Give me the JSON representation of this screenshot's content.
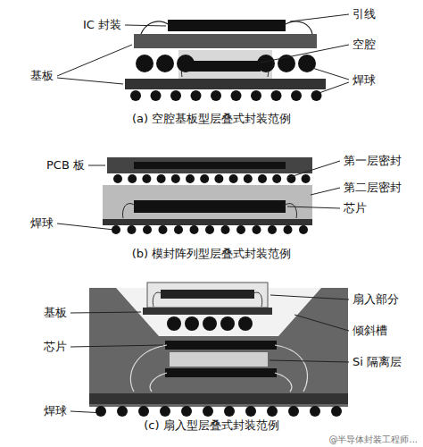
{
  "diagram": {
    "labels": [
      "IC 封装",
      "引线",
      "空腔",
      "基板",
      "焊球",
      "(a) 空腔基板型层叠式封装范例",
      "PCB 板",
      "第一层密封",
      "第二层密封",
      "芯片",
      "焊球",
      "(b) 模封阵列型层叠式封装范例",
      "扇入部分",
      "基板",
      "倾斜槽",
      "芯片",
      "Si 隔离层",
      "焊球",
      "(c) 扇入型层叠式封装范例",
      "@半导体封装工程师..."
    ]
  }
}
